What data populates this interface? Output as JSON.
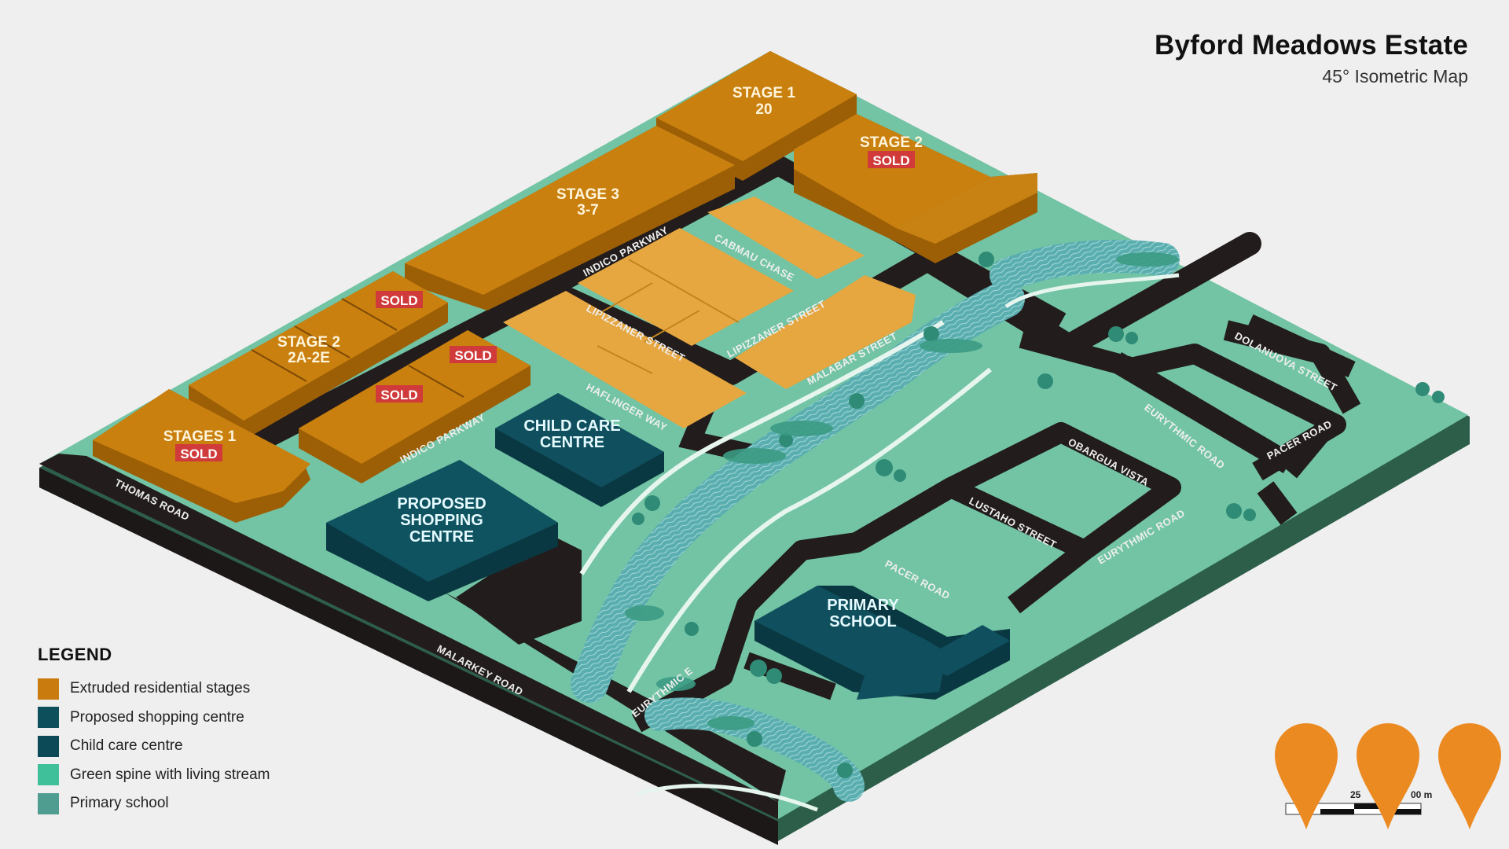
{
  "header": {
    "title": "Byford Meadows Estate",
    "subtitle": "45° Isometric Map"
  },
  "colors": {
    "background": "#efefef",
    "residential_stage": "#c9800f",
    "residential_light": "#e6a640",
    "shopping_centre": "#0f5260",
    "child_care": "#0f4f5e",
    "green_spine": "#72c4a4",
    "primary_school": "#5a9c90",
    "road": "#221c1c",
    "sold_badge": "#d03a3a",
    "map_pin": "#ec8a22",
    "base_edge": "#2d5e4a"
  },
  "map": {
    "stages": [
      {
        "name": "STAGE 1",
        "detail": "20"
      },
      {
        "name": "STAGE 2",
        "detail": "SOLD",
        "sold": true
      },
      {
        "name": "STAGE 3",
        "detail": "3-7"
      },
      {
        "name": "STAGE 2",
        "detail": "2A-2E"
      },
      {
        "name": "STAGES 1",
        "detail": "SOLD",
        "sold": true
      }
    ],
    "sold_badges": [
      "SOLD",
      "SOLD",
      "SOLD"
    ],
    "facilities": {
      "child_care": [
        "CHILD CARE",
        "CENTRE"
      ],
      "shopping": [
        "PROPOSED",
        "SHOPPING",
        "CENTRE"
      ],
      "school": [
        "PRIMARY",
        "SCHOOL"
      ]
    },
    "roads": {
      "thomas": "THOMAS ROAD",
      "malarkey": "MALARKEY ROAD",
      "indigo_1": "INDICO PARKWAY",
      "indigo_2": "INDICO PARKWAY",
      "cabmau": "CABMAU CHASE",
      "lipizzaner_1": "LIPIZZANER STREET",
      "lipizzaner_2": "LIPIZZANER STREET",
      "haflinger": "HAFLINGER WAY",
      "malabar": "MALABAR STREET",
      "dolanuova": "DOLANUOVA STREET",
      "eurythmic_1": "EURYTHMIC ROAD",
      "eurythmic_2": "EURYTHMIC ROAD",
      "eurythmic_3": "EURYTHMIC E",
      "pacer_1": "PACER ROAD",
      "pacer_2": "PACER ROAD",
      "obargua": "OBARGUA VISTA",
      "lustaho": "LUSTAHO STREET"
    },
    "scale_bar": {
      "left_label": "25",
      "right_label": "00 m"
    },
    "pins_count": 3
  },
  "legend": {
    "title": "LEGEND",
    "items": [
      {
        "label": "Extruded residential stages",
        "color": "#c97b0e"
      },
      {
        "label": "Proposed shopping centre",
        "color": "#0e4f5c"
      },
      {
        "label": "Child care centre",
        "color": "#0d4a58"
      },
      {
        "label": "Green spine with living stream",
        "color": "#3fbf9a"
      },
      {
        "label": "Primary school",
        "color": "#4f9d90"
      }
    ]
  }
}
